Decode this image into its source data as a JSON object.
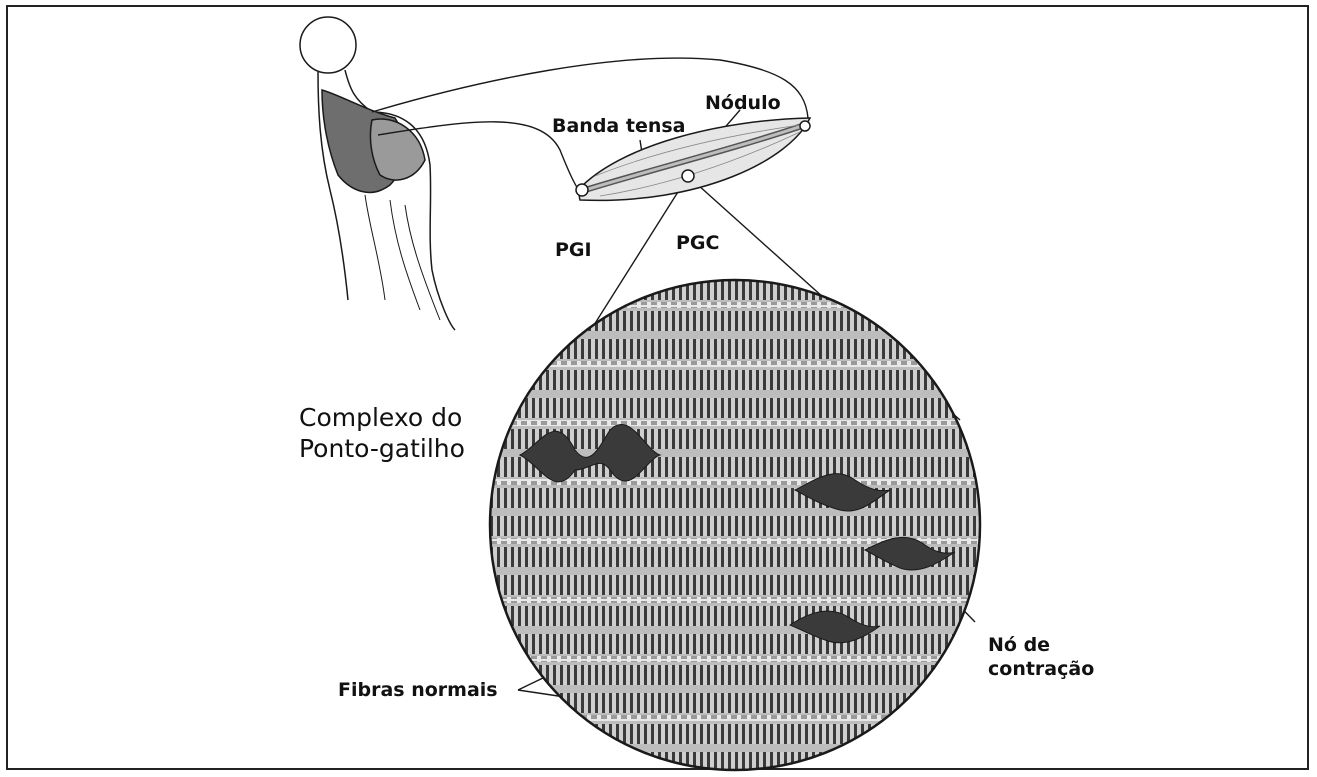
{
  "figure": {
    "labels": {
      "nodule": "Nódulo",
      "taut_band": "Banda tensa",
      "pgi": "PGI",
      "pgc": "PGC",
      "complex_line1": "Complexo do",
      "complex_line2": "Ponto-gatilho",
      "contraction_knot_line1": "Nó de",
      "contraction_knot_line2": "contração",
      "normal_fibers": "Fibras normais"
    },
    "colors": {
      "ink": "#1a1a1a",
      "fiber_fill": "#c8c8c8",
      "band_fill": "#e6e6e6",
      "knot_fill": "#3a3a3a"
    }
  }
}
